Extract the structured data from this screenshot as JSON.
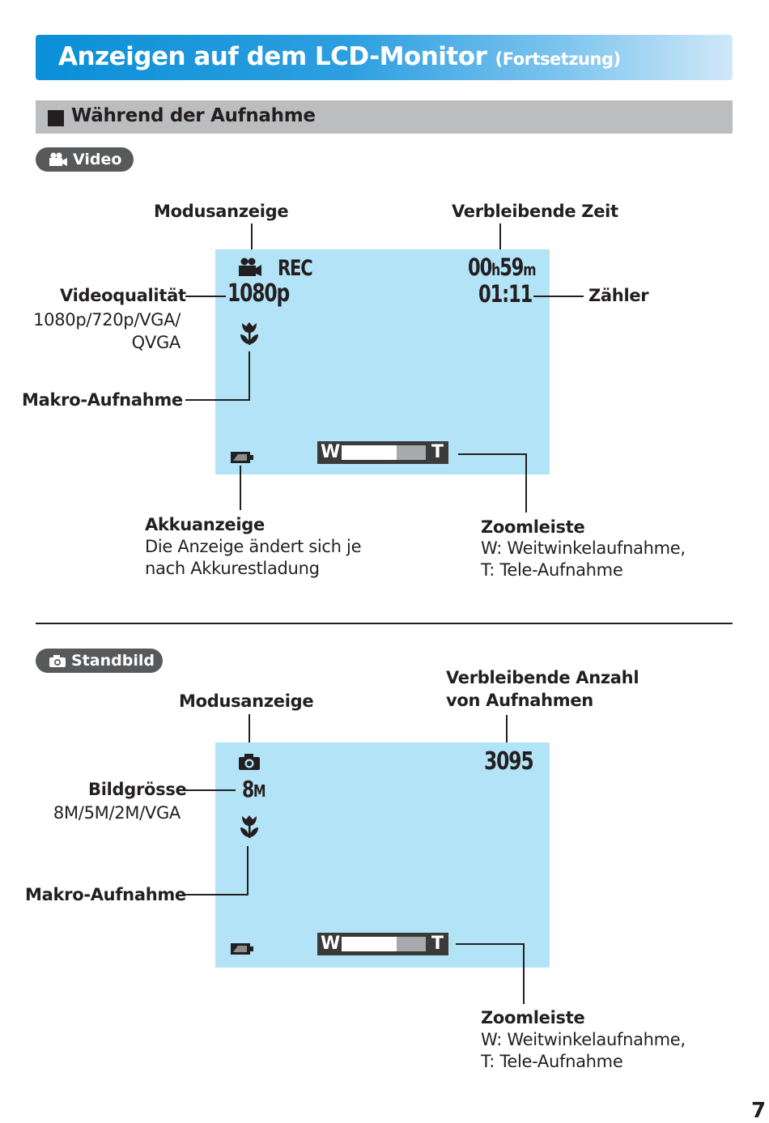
{
  "header": {
    "title": "Anzeigen auf dem LCD-Monitor",
    "subtitle": "(Fortsetzung)"
  },
  "section": {
    "title": "Während der Aufnahme"
  },
  "video": {
    "mode_label": "Video",
    "labels": {
      "modusanzeige": "Modusanzeige",
      "verbleibende_zeit": "Verbleibende Zeit",
      "videoqualitaet": "Videoqualität",
      "videoqualitaet_opts_1": "1080p/720p/VGA/",
      "videoqualitaet_opts_2": "QVGA",
      "zaehler": "Zähler",
      "makro": "Makro-Aufnahme",
      "akku": "Akkuanzeige",
      "akku_desc_1": "Die Anzeige ändert sich je",
      "akku_desc_2": "nach Akkurestladung",
      "zoom": "Zoomleiste",
      "zoom_desc_1": "W: Weitwinkelaufnahme,",
      "zoom_desc_2": "T: Tele-Aufnahme"
    },
    "screen": {
      "rec": "REC",
      "time_h": "00",
      "time_h_unit": "h",
      "time_m": "59",
      "time_m_unit": "m",
      "quality": "1080p",
      "counter": "01:11",
      "zoom_w": "W",
      "zoom_t": "T",
      "zoom_level": 0.65
    }
  },
  "photo": {
    "mode_label": "Standbild",
    "labels": {
      "modusanzeige": "Modusanzeige",
      "remaining_1": "Verbleibende Anzahl",
      "remaining_2": "von Aufnahmen",
      "bildgroesse": "Bildgrösse",
      "bildgroesse_opts": "8M/5M/2M/VGA",
      "makro": "Makro-Aufnahme",
      "zoom": "Zoomleiste",
      "zoom_desc_1": "W: Weitwinkelaufnahme,",
      "zoom_desc_2": "T: Tele-Aufnahme"
    },
    "screen": {
      "count": "3095",
      "size": "8",
      "size_unit": "M",
      "zoom_w": "W",
      "zoom_t": "T",
      "zoom_level": 0.65
    }
  },
  "page_number": "7",
  "icons": [
    "movie-camera-icon",
    "camera-icon",
    "macro-tulip-icon",
    "battery-icon"
  ]
}
